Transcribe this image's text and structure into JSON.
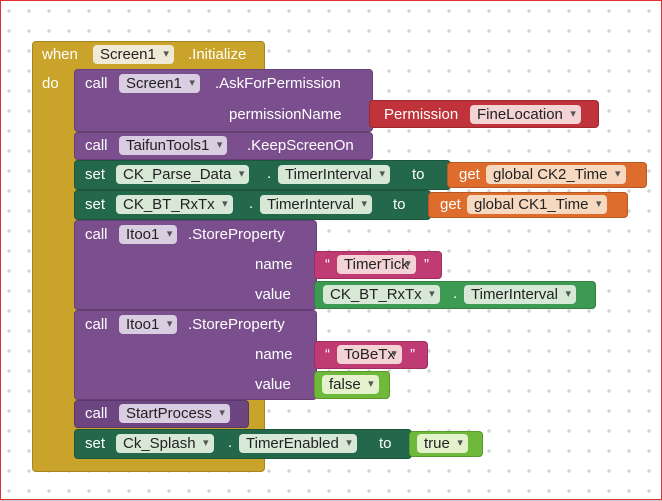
{
  "event": {
    "when": "when",
    "component": "Screen1",
    "event_name": ".Initialize",
    "do": "do"
  },
  "call1": {
    "keyword": "call",
    "component": "Screen1",
    "method": ".AskForPermission",
    "param_name": "permissionName",
    "value_label": "Permission",
    "value_option": "FineLocation"
  },
  "call2": {
    "keyword": "call",
    "component": "TaifunTools1",
    "method": ".KeepScreenOn"
  },
  "set1": {
    "keyword": "set",
    "component": "CK_Parse_Data",
    "dot": ".",
    "property": "TimerInterval",
    "to": "to",
    "get": "get",
    "variable": "global CK2_Time"
  },
  "set2": {
    "keyword": "set",
    "component": "CK_BT_RxTx",
    "dot": ".",
    "property": "TimerInterval",
    "to": "to",
    "get": "get",
    "variable": "global CK1_Time"
  },
  "call3": {
    "keyword": "call",
    "component": "Itoo1",
    "method": ".StoreProperty",
    "name_label": "name",
    "name_value": "TimerTick",
    "value_label": "value",
    "value_component": "CK_BT_RxTx",
    "value_dot": ".",
    "value_property": "TimerInterval"
  },
  "call4": {
    "keyword": "call",
    "component": "Itoo1",
    "method": ".StoreProperty",
    "name_label": "name",
    "name_value": "ToBeTx",
    "value_label": "value",
    "value_bool": "false"
  },
  "call5": {
    "keyword": "call",
    "procedure": "StartProcess"
  },
  "set3": {
    "keyword": "set",
    "component": "Ck_Splash",
    "dot": ".",
    "property": "TimerEnabled",
    "to": "to",
    "value_bool": "true"
  },
  "colors": {
    "event": "#c9a32a",
    "procedure_call": "#7b4f8e",
    "component_setter": "#23684a",
    "variable_get": "#de6c2c",
    "text_string": "#c03a73",
    "logic_bool": "#6fb93a",
    "permission": "#c0333b",
    "component_getter": "#3d9a52"
  }
}
